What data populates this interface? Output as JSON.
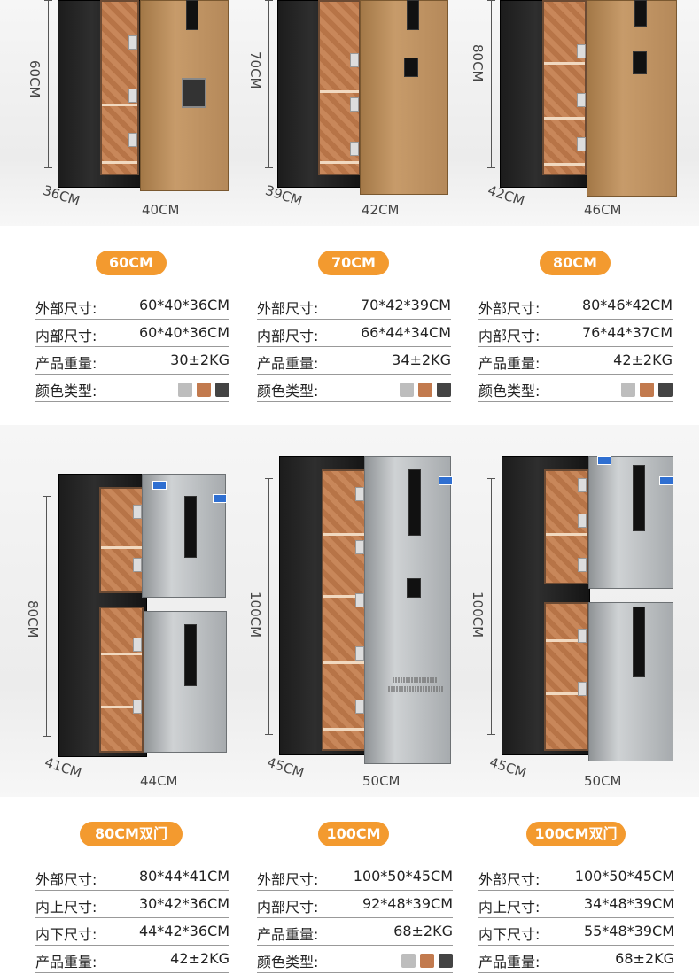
{
  "colors": {
    "badge": "#f39a2f",
    "swatch_silver": "#bdbdbd",
    "swatch_bronze": "#c27a4e",
    "swatch_dark": "#444444"
  },
  "products": [
    {
      "badge": "60CM",
      "height_dim": "60CM",
      "depth_dim": "36CM",
      "width_dim": "40CM",
      "specs": [
        {
          "label": "外部尺寸:",
          "value": "60*40*36CM"
        },
        {
          "label": "内部尺寸:",
          "value": "60*40*36CM"
        },
        {
          "label": "产品重量:",
          "value": "30±2KG"
        }
      ],
      "color_label": "颜色类型:"
    },
    {
      "badge": "70CM",
      "height_dim": "70CM",
      "depth_dim": "39CM",
      "width_dim": "42CM",
      "specs": [
        {
          "label": "外部尺寸:",
          "value": "70*42*39CM"
        },
        {
          "label": "内部尺寸:",
          "value": "66*44*34CM"
        },
        {
          "label": "产品重量:",
          "value": "34±2KG"
        }
      ],
      "color_label": "颜色类型:"
    },
    {
      "badge": "80CM",
      "height_dim": "80CM",
      "depth_dim": "42CM",
      "width_dim": "46CM",
      "specs": [
        {
          "label": "外部尺寸:",
          "value": "80*46*42CM"
        },
        {
          "label": "内部尺寸:",
          "value": "76*44*37CM"
        },
        {
          "label": "产品重量:",
          "value": "42±2KG"
        }
      ],
      "color_label": "颜色类型:"
    },
    {
      "badge": "80CM双门",
      "height_dim": "80CM",
      "depth_dim": "41CM",
      "width_dim": "44CM",
      "specs": [
        {
          "label": "外部尺寸:",
          "value": "80*44*41CM"
        },
        {
          "label": "内上尺寸:",
          "value": "30*42*36CM"
        },
        {
          "label": "内下尺寸:",
          "value": "44*42*36CM"
        },
        {
          "label": "产品重量:",
          "value": "42±2KG"
        }
      ]
    },
    {
      "badge": "100CM",
      "height_dim": "100CM",
      "depth_dim": "45CM",
      "width_dim": "50CM",
      "specs": [
        {
          "label": "外部尺寸:",
          "value": "100*50*45CM"
        },
        {
          "label": "内部尺寸:",
          "value": "92*48*39CM"
        },
        {
          "label": "产品重量:",
          "value": "68±2KG"
        }
      ],
      "color_label": "颜色类型:"
    },
    {
      "badge": "100CM双门",
      "height_dim": "100CM",
      "depth_dim": "45CM",
      "width_dim": "50CM",
      "specs": [
        {
          "label": "外部尺寸:",
          "value": "100*50*45CM"
        },
        {
          "label": "内上尺寸:",
          "value": "34*48*39CM"
        },
        {
          "label": "内下尺寸:",
          "value": "55*48*39CM"
        },
        {
          "label": "产品重量:",
          "value": "68±2KG"
        }
      ]
    }
  ]
}
